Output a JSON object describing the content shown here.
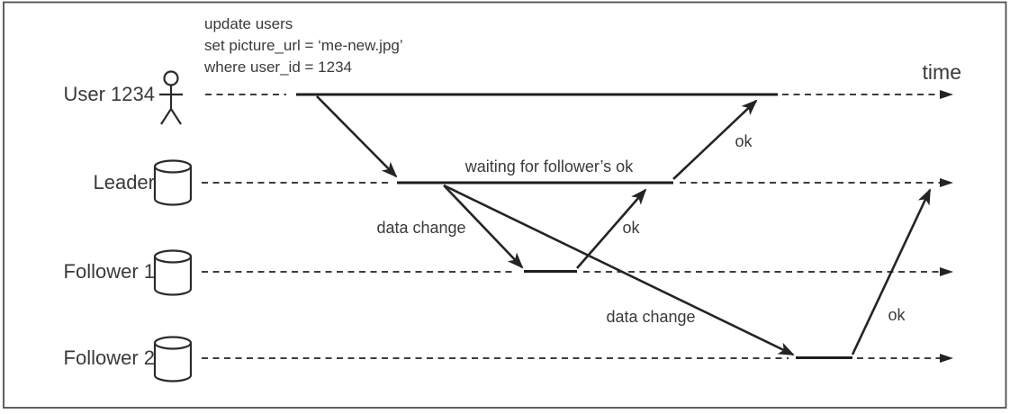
{
  "lanes": [
    {
      "id": "user",
      "label": "User 1234",
      "icon": "person-icon"
    },
    {
      "id": "leader",
      "label": "Leader",
      "icon": "database-icon"
    },
    {
      "id": "follower1",
      "label": "Follower 1",
      "icon": "database-icon"
    },
    {
      "id": "follower2",
      "label": "Follower 2",
      "icon": "database-icon"
    }
  ],
  "query_lines": [
    "update users",
    "set picture_url = ‘me-new.jpg’",
    "where user_id = 1234"
  ],
  "axis": {
    "time_label": "time"
  },
  "messages": {
    "waiting_note": "waiting for follower’s ok",
    "data_change_leader_to_follower1": "data change",
    "data_change_leader_to_follower2": "data change",
    "ok_follower1_to_leader": "ok",
    "ok_leader_to_user": "ok",
    "ok_follower2_to_leader": "ok"
  },
  "colors": {
    "line": "#242424",
    "dashed_line": "#3d3d3d",
    "text": "#3a3a3a",
    "border": "#4f4f4f",
    "background": "#ffffff"
  }
}
